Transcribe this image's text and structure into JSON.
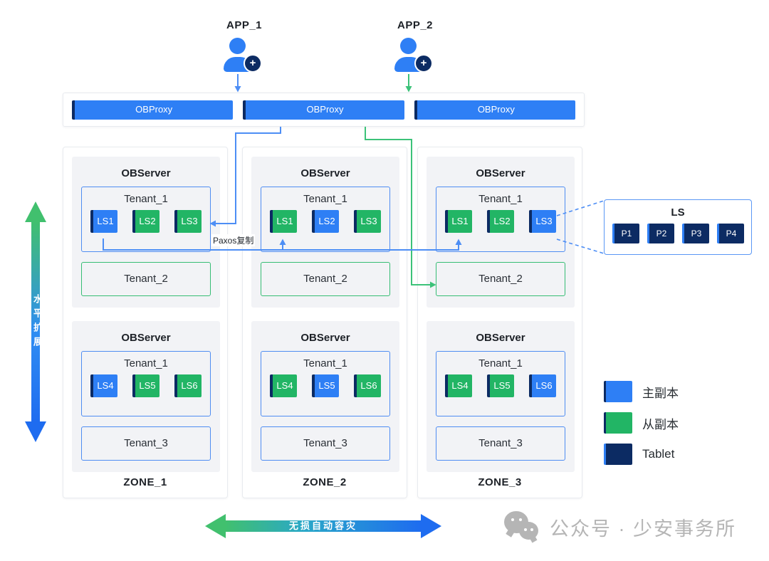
{
  "colors": {
    "blue": "#2e7ff5",
    "green": "#22b565",
    "navy": "#0c2b63",
    "line-blue": "#4d8ef5",
    "line-green": "#3cc279",
    "tenant-blue": "#4f8df2",
    "tenant-green": "#36bd74",
    "arrow-green": "#41c06e",
    "arrow-blue": "#1e6cf0",
    "gray-card": "#f2f3f6",
    "border-light": "#e8ebef",
    "watermark": "#b5b5b5"
  },
  "apps": [
    {
      "label": "APP_1"
    },
    {
      "label": "APP_2"
    }
  ],
  "proxies": [
    {
      "label": "OBProxy"
    },
    {
      "label": "OBProxy"
    },
    {
      "label": "OBProxy"
    }
  ],
  "zones": [
    {
      "label": "ZONE_1",
      "servers": [
        {
          "title": "OBServer",
          "tenant1": {
            "name": "Tenant_1",
            "ls": [
              {
                "label": "LS1",
                "role": "primary"
              },
              {
                "label": "LS2",
                "role": "follower"
              },
              {
                "label": "LS3",
                "role": "follower"
              }
            ]
          },
          "tenant2": {
            "name": "Tenant_2"
          }
        },
        {
          "title": "OBServer",
          "tenant1": {
            "name": "Tenant_1",
            "ls": [
              {
                "label": "LS4",
                "role": "primary"
              },
              {
                "label": "LS5",
                "role": "follower"
              },
              {
                "label": "LS6",
                "role": "follower"
              }
            ]
          },
          "tenant2": {
            "name": "Tenant_3"
          }
        }
      ]
    },
    {
      "label": "ZONE_2",
      "servers": [
        {
          "title": "OBServer",
          "tenant1": {
            "name": "Tenant_1",
            "ls": [
              {
                "label": "LS1",
                "role": "follower"
              },
              {
                "label": "LS2",
                "role": "primary"
              },
              {
                "label": "LS3",
                "role": "follower"
              }
            ]
          },
          "tenant2": {
            "name": "Tenant_2"
          }
        },
        {
          "title": "OBServer",
          "tenant1": {
            "name": "Tenant_1",
            "ls": [
              {
                "label": "LS4",
                "role": "follower"
              },
              {
                "label": "LS5",
                "role": "primary"
              },
              {
                "label": "LS6",
                "role": "follower"
              }
            ]
          },
          "tenant2": {
            "name": "Tenant_3"
          }
        }
      ]
    },
    {
      "label": "ZONE_3",
      "servers": [
        {
          "title": "OBServer",
          "tenant1": {
            "name": "Tenant_1",
            "ls": [
              {
                "label": "LS1",
                "role": "follower"
              },
              {
                "label": "LS2",
                "role": "follower"
              },
              {
                "label": "LS3",
                "role": "primary"
              }
            ]
          },
          "tenant2": {
            "name": "Tenant_2"
          }
        },
        {
          "title": "OBServer",
          "tenant1": {
            "name": "Tenant_1",
            "ls": [
              {
                "label": "LS4",
                "role": "follower"
              },
              {
                "label": "LS5",
                "role": "follower"
              },
              {
                "label": "LS6",
                "role": "primary"
              }
            ]
          },
          "tenant2": {
            "name": "Tenant_3"
          }
        }
      ]
    }
  ],
  "ls_detail": {
    "title": "LS",
    "tablets": [
      {
        "label": "P1"
      },
      {
        "label": "P2"
      },
      {
        "label": "P3"
      },
      {
        "label": "P4"
      }
    ]
  },
  "legend": [
    {
      "label": "主副本",
      "role": "primary"
    },
    {
      "label": "从副本",
      "role": "follower"
    },
    {
      "label": "Tablet",
      "role": "tablet"
    }
  ],
  "annotations": {
    "paxos": "Paxos复制",
    "vertical_arrow": "水平扩展",
    "bottom_arrow": "无损自动容灾"
  },
  "watermark": {
    "text": "公众号 · 少安事务所"
  }
}
